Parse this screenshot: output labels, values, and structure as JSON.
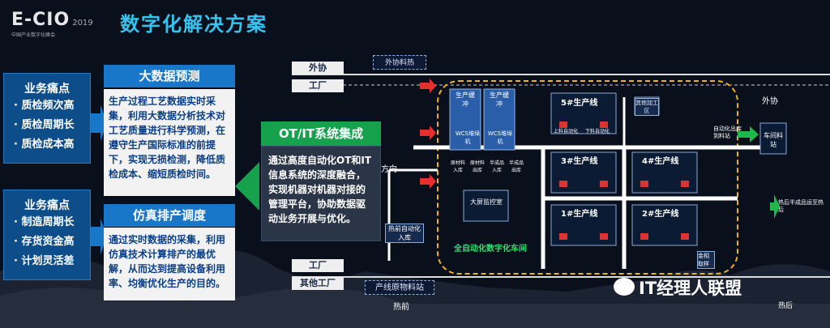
{
  "logo": {
    "main": "E-CIO",
    "year": "2019",
    "sub": "中国产业数字化峰会"
  },
  "title": "数字化解决方案",
  "pain1": {
    "title": "业务痛点",
    "items": [
      "· 质检频次高",
      "· 质检周期长",
      "· 质检成本高"
    ]
  },
  "pain2": {
    "title": "业务痛点",
    "items": [
      "· 制造周期长",
      "· 存货资金高",
      "· 计划灵活差"
    ]
  },
  "bigdata": {
    "title": "大数据预测",
    "body": "生产过程工艺数据实时采集，利用大数据分析技术对工艺质量进行科学预测，在遵守生产国际标准的前提下，实现无损检测，降低质检成本、缩短质检时间。"
  },
  "simulation": {
    "title": "仿真排产调度",
    "body": "通过实时数据的采集，利用仿真技术计算排产的最优解，从而达到提高设备利用率、均衡优化生产的目的。"
  },
  "otit": {
    "title": "OT/IT系统集成",
    "body": "通过高度自动化OT和IT信息系统的深度融合，实现机器对机器对接的管理平台，协助数据驱动业务开展与优化。"
  },
  "factory": {
    "waixie_left": "外协",
    "gongchang_top": "工厂",
    "waixie_heat": "外协料热",
    "waixie_right": "外协",
    "buffer1": "生产缓冲",
    "buffer2": "生产缓冲",
    "wcs1": "WCS堆垛机",
    "wcs2": "WCS堆垛机",
    "stock_labels": [
      "原材料入库",
      "原材料出库",
      "半成品入库",
      "半成品出库"
    ],
    "fangxiang": "方向",
    "line5": "5#生产线",
    "line3": "3#生产线",
    "line4": "4#生产线",
    "line1": "1#生产线",
    "line2": "2#生产线",
    "qita": "其他加工区",
    "auto_in": "自动化出库到料站",
    "chejian": "车间料站",
    "load": "上料自动化",
    "unload": "下料自动化",
    "monitor": "大屏监控室",
    "heat_in": "热前自动化入库",
    "digital": "全自动化数字化车间",
    "jinxiang": "金相取样",
    "rehou": "热后半成品运至热后",
    "gongchang_bottom": "工厂",
    "other_factory": "其他工厂",
    "raw_station": "产线原物料站",
    "reqian": "热前",
    "rehou2": "热后"
  },
  "watermark": "IT经理人联盟"
}
